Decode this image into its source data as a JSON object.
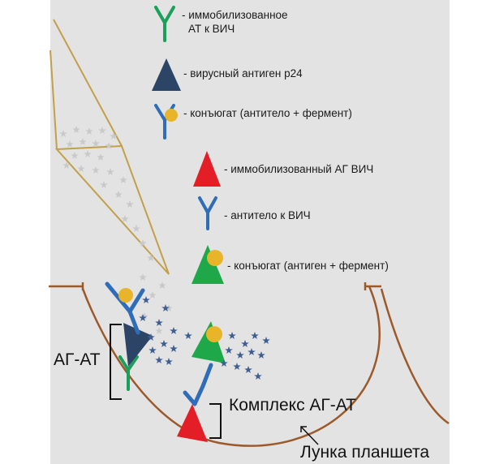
{
  "legend": {
    "immobilized_at_line1": "- иммобилизованное",
    "immobilized_at_line2": "АТ к ВИЧ",
    "viral_antigen": "- вирусный антиген р24",
    "conjugate_antibody": "- конъюгат (антитело + фермент)",
    "immobilized_ag": "- иммобилизованный АГ ВИЧ",
    "antibody_to_hiv": "- антитело к ВИЧ",
    "conjugate_antigen": "- конъюгат (антиген + фермент)"
  },
  "labels": {
    "ag_at": "АГ-АТ",
    "complex": "Комплекс АГ-АТ",
    "well": "Лунка планшета"
  },
  "colors": {
    "panel": "#e3e3e3",
    "pipette": "#c2a04a",
    "well_wall": "#9c5a2b",
    "antibody_green": "#1aa05a",
    "antibody_blue": "#2f6db8",
    "antigen_navy": "#2c4466",
    "antigen_red": "#e41e26",
    "antigen_green": "#1ea84a",
    "enzyme": "#e8b52a",
    "star_blue": "#3f5f93",
    "star_grey": "#c9c9c9"
  }
}
